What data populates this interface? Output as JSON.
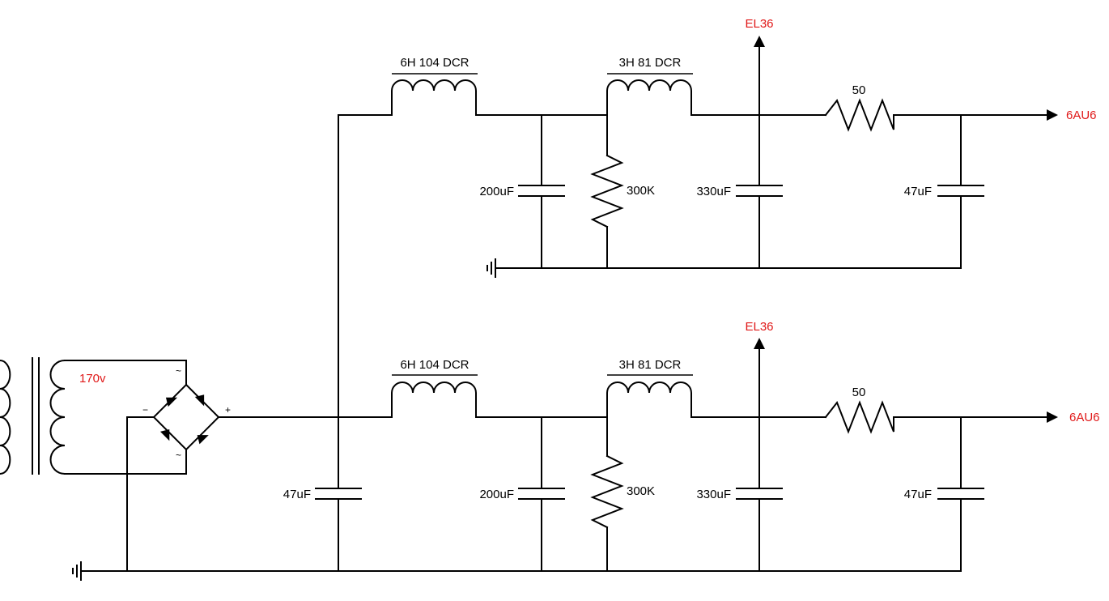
{
  "colors": {
    "wire": "#000000",
    "net_label": "#e01818",
    "background": "#ffffff"
  },
  "transformer": {
    "secondary_label": "170v"
  },
  "bridge": {
    "plus": "+",
    "minus": "−",
    "ac_top": "~",
    "ac_bottom": "~"
  },
  "top_circuit": {
    "choke1": "6H 104 DCR",
    "choke2": "3H 81 DCR",
    "cap1": "200uF",
    "bleeder": "300K",
    "cap2": "330uF",
    "resistor": "50",
    "cap3": "47uF",
    "out_up": "EL36",
    "out_right": "6AU6"
  },
  "bottom_circuit": {
    "input_cap": "47uF",
    "choke1": "6H 104 DCR",
    "choke2": "3H 81 DCR",
    "cap1": "200uF",
    "bleeder": "300K",
    "cap2": "330uF",
    "resistor": "50",
    "cap3": "47uF",
    "out_up": "EL36",
    "out_right": "6AU6"
  },
  "icons": [
    "ground-icon",
    "diode-icon",
    "arrow-icon",
    "inductor-icon",
    "resistor-icon",
    "capacitor-icon"
  ]
}
